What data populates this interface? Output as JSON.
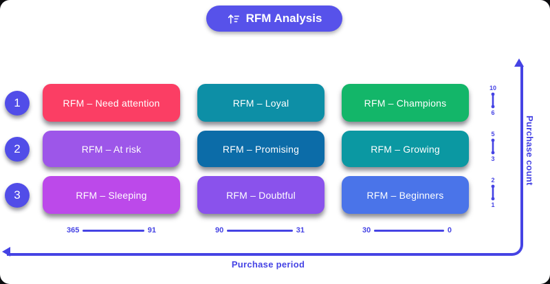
{
  "theme": {
    "accent_color": "#514de8",
    "axis_color": "#4543e4",
    "canvas_bg": "#ffffff"
  },
  "title": {
    "label": "RFM Analysis",
    "icon": "sort-ascending-icon",
    "bg": "#5752ea"
  },
  "rows": [
    {
      "number": "1",
      "scale_top": "10",
      "scale_bottom": "6"
    },
    {
      "number": "2",
      "scale_top": "5",
      "scale_bottom": "3"
    },
    {
      "number": "3",
      "scale_top": "2",
      "scale_bottom": "1"
    }
  ],
  "cells": [
    [
      {
        "label": "RFM – Need attention",
        "color": "#fb3e64"
      },
      {
        "label": "RFM – Loyal",
        "color": "#0d8fa6"
      },
      {
        "label": "RFM – Champions",
        "color": "#13b669"
      }
    ],
    [
      {
        "label": "RFM – At risk",
        "color": "#9d56e9"
      },
      {
        "label": "RFM – Promising",
        "color": "#0c6ca8"
      },
      {
        "label": "RFM – Growing",
        "color": "#0b98a2"
      }
    ],
    [
      {
        "label": "RFM – Sleeping",
        "color": "#bc49ea"
      },
      {
        "label": "RFM – Doubtful",
        "color": "#8a52ec"
      },
      {
        "label": "RFM – Beginners",
        "color": "#4a74e9"
      }
    ]
  ],
  "column_scales": [
    {
      "start": "365",
      "end": "91"
    },
    {
      "start": "90",
      "end": "31"
    },
    {
      "start": "30",
      "end": "0"
    }
  ],
  "axes": {
    "x_label": "Purchase period",
    "y_label": "Purchase count"
  }
}
